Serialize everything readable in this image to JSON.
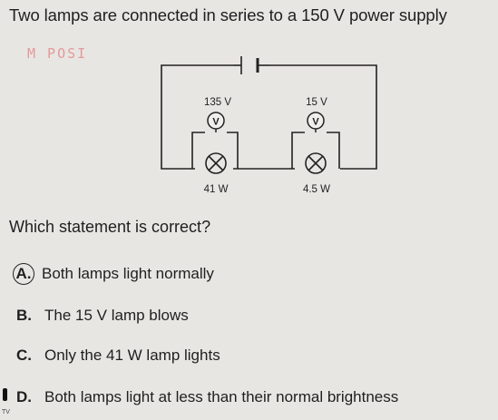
{
  "question": "Two lamps are connected in series to a 150 V power supply",
  "stamp": "M POSI",
  "circuit": {
    "left_voltage": "135 V",
    "right_voltage": "15 V",
    "meter_symbol": "V",
    "left_power": "41 W",
    "right_power": "4.5 W"
  },
  "prompt": "Which statement is correct?",
  "options": [
    {
      "letter": "A.",
      "text": "Both lamps light normally"
    },
    {
      "letter": "B.",
      "text": "The 15 V lamp blows"
    },
    {
      "letter": "C.",
      "text": "Only the 41 W lamp lights"
    },
    {
      "letter": "D.",
      "text": "Both lamps light at less than their normal brightness"
    }
  ],
  "corner_mark": "TV"
}
